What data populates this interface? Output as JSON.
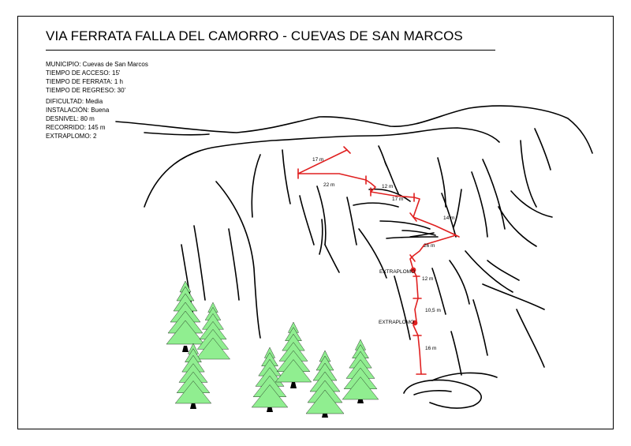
{
  "title": "VIA FERRATA FALLA DEL CAMORRO - CUEVAS DE SAN MARCOS",
  "info_group1": [
    "MUNICIPIO: Cuevas de San Marcos",
    "TIEMPO DE ACCESO: 15'",
    "TIEMPO DE FERRATA: 1 h",
    "TIEMPO DE REGRESO: 30'"
  ],
  "info_group2": [
    "DIFICULTAD: Media",
    "INSTALACIÓN: Buena",
    "DESNIVEL: 80 m",
    "RECORRIDO: 145 m",
    "EXTRAPLOMO: 2"
  ],
  "route": {
    "color": "#e02020",
    "segments": [
      "17 m",
      "22 m",
      "12 m",
      "17 m",
      "14 m",
      "26 m",
      "12 m",
      "10,5 m",
      "16 m"
    ],
    "overhangs": [
      "EXTRAPLOMO",
      "EXTRAPLOMO"
    ]
  },
  "tree_color": "#90ee90"
}
